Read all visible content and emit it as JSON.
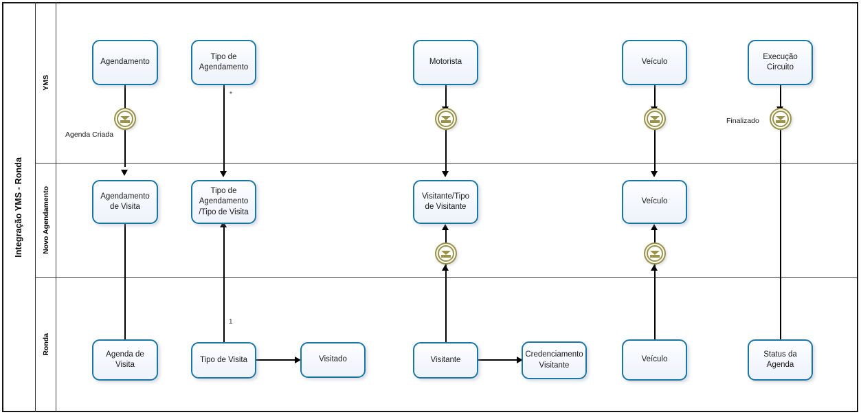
{
  "diagram": {
    "type": "bpmn-lane-diagram",
    "pool_label": "Integração YMS - Ronda",
    "colors": {
      "task_border": "#1b76a8",
      "task_fill": "#f4f7fd",
      "event_ring": "#9a9247",
      "connector": "#000000",
      "frame": "#141414"
    },
    "lanes": [
      {
        "id": "yms",
        "label": "YMS"
      },
      {
        "id": "novo-agendamento",
        "label": "Novo Agendamento"
      },
      {
        "id": "ronda",
        "label": "Ronda"
      }
    ],
    "tasks": [
      {
        "id": "t1",
        "lane": "yms",
        "label": "Agendamento"
      },
      {
        "id": "t2",
        "lane": "yms",
        "label": "Tipo de Agendamento"
      },
      {
        "id": "t3",
        "lane": "yms",
        "label": "Motorista"
      },
      {
        "id": "t4",
        "lane": "yms",
        "label": "Veículo"
      },
      {
        "id": "t5",
        "lane": "yms",
        "label": "Execução Circuito"
      },
      {
        "id": "t6",
        "lane": "novo-agendamento",
        "label": "Agendamento de Visita"
      },
      {
        "id": "t7",
        "lane": "novo-agendamento",
        "label": "Tipo de Agendamento /Tipo de Visita"
      },
      {
        "id": "t8",
        "lane": "novo-agendamento",
        "label": "Visitante/Tipo de Visitante"
      },
      {
        "id": "t9",
        "lane": "novo-agendamento",
        "label": "Veículo"
      },
      {
        "id": "t10",
        "lane": "ronda",
        "label": "Agenda de Visita"
      },
      {
        "id": "t11",
        "lane": "ronda",
        "label": "Tipo de Visita"
      },
      {
        "id": "t12",
        "lane": "ronda",
        "label": "Visitado"
      },
      {
        "id": "t13",
        "lane": "ronda",
        "label": "Visitante"
      },
      {
        "id": "t14",
        "lane": "ronda",
        "label": "Credenciamento Visitante"
      },
      {
        "id": "t15",
        "lane": "ronda",
        "label": "Veículo"
      },
      {
        "id": "t16",
        "lane": "ronda",
        "label": "Status da Agenda"
      }
    ],
    "events": [
      {
        "id": "e1",
        "type": "message",
        "label": "Agenda Criada"
      },
      {
        "id": "e2",
        "type": "message",
        "label": ""
      },
      {
        "id": "e3",
        "type": "message",
        "label": ""
      },
      {
        "id": "e4",
        "type": "message",
        "label": ""
      },
      {
        "id": "e5",
        "type": "message",
        "label": ""
      },
      {
        "id": "e6",
        "type": "message",
        "label": "Finalizado"
      }
    ],
    "flow_labels": [
      {
        "id": "f1",
        "text": "Agenda Criada"
      },
      {
        "id": "f2",
        "text": "*"
      },
      {
        "id": "f3",
        "text": "1"
      },
      {
        "id": "f4",
        "text": "Finalizado"
      }
    ]
  }
}
